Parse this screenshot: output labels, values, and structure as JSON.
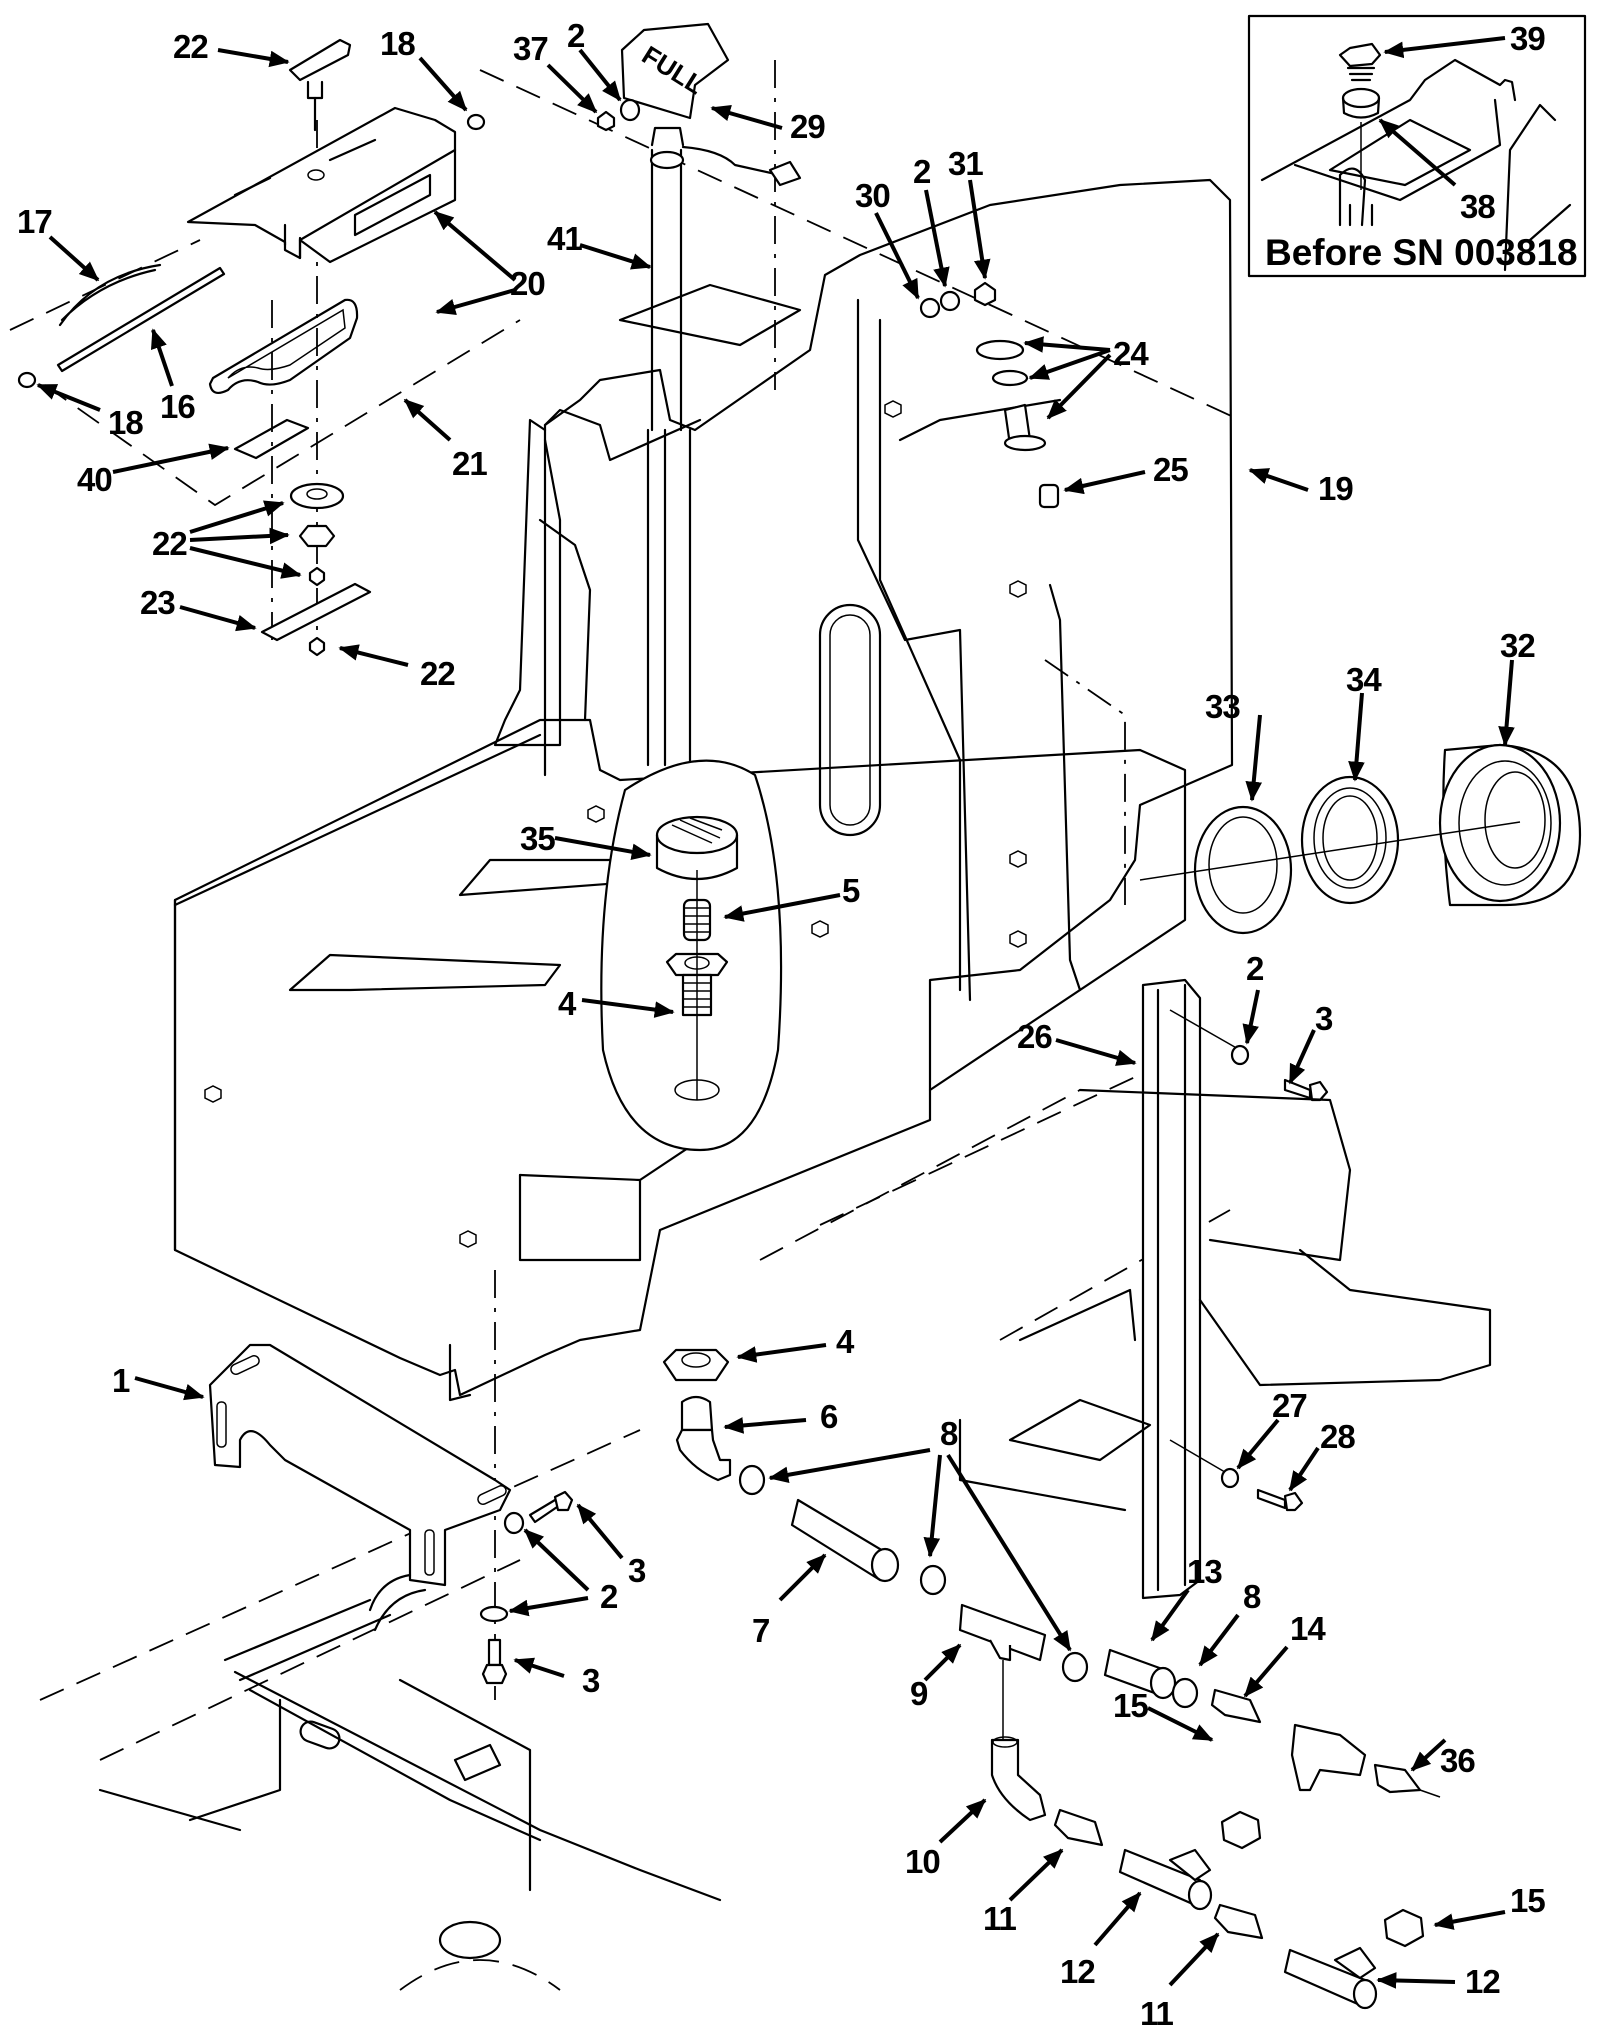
{
  "diagram": {
    "type": "exploded-parts-view",
    "subject": "fuel tank assembly",
    "inset": {
      "title": "Before SN 003818",
      "callouts": [
        "39",
        "38"
      ]
    },
    "decal_text": "FULL",
    "callouts": {
      "c22a": "22",
      "c18a": "18",
      "c37": "37",
      "c2a": "2",
      "c29": "29",
      "c17": "17",
      "c20": "20",
      "c41": "41",
      "c30": "30",
      "c2b": "2",
      "c31": "31",
      "c16": "16",
      "c18b": "18",
      "c21": "21",
      "c40": "40",
      "c24": "24",
      "c25": "25",
      "c19": "19",
      "c22b": "22",
      "c23": "23",
      "c22c": "22",
      "c33": "33",
      "c34": "34",
      "c32": "32",
      "c35": "35",
      "c5": "5",
      "c4a": "4",
      "c26": "26",
      "c2c": "2",
      "c3a": "3",
      "c1": "1",
      "c4b": "4",
      "c6": "6",
      "c8a": "8",
      "c27": "27",
      "c28": "28",
      "c3b": "3",
      "c2d": "2",
      "c3c": "3",
      "c7": "7",
      "c13": "13",
      "c8b": "8",
      "c14": "14",
      "c9": "9",
      "c15a": "15",
      "c36": "36",
      "c10": "10",
      "c11a": "11",
      "c12a": "12",
      "c15b": "15",
      "c11b": "11",
      "c12b": "12",
      "c39": "39",
      "c38": "38"
    }
  }
}
